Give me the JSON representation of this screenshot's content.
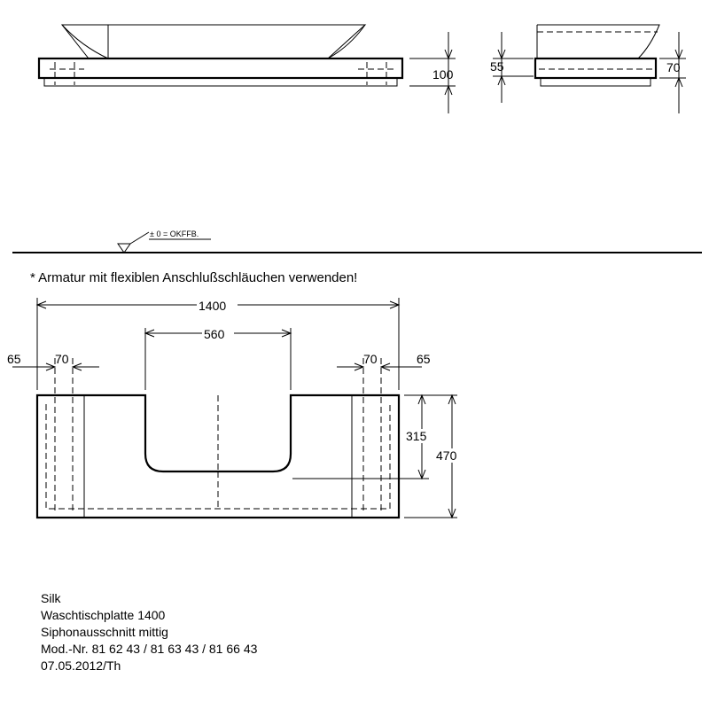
{
  "dimensions": {
    "front_height": "100",
    "side_height_inner": "55",
    "side_height_outer": "70",
    "total_width": "1400",
    "cutout_width": "560",
    "left_edge_offset": "65",
    "left_tap_spacing": "70",
    "right_tap_spacing": "70",
    "right_edge_offset": "65",
    "cutout_depth": "315",
    "total_depth": "470"
  },
  "floor_label": "± 0 = OKFFB.",
  "note": "* Armatur mit flexiblen Anschlußschläuchen verwenden!",
  "title_block": {
    "series": "Silk",
    "product": "Waschtischplatte 1400",
    "variant": "Siphonausschnitt mittig",
    "model_numbers": "Mod.-Nr. 81 62 43 / 81 63 43 / 81 66 43",
    "date": "07.05.2012/Th"
  }
}
